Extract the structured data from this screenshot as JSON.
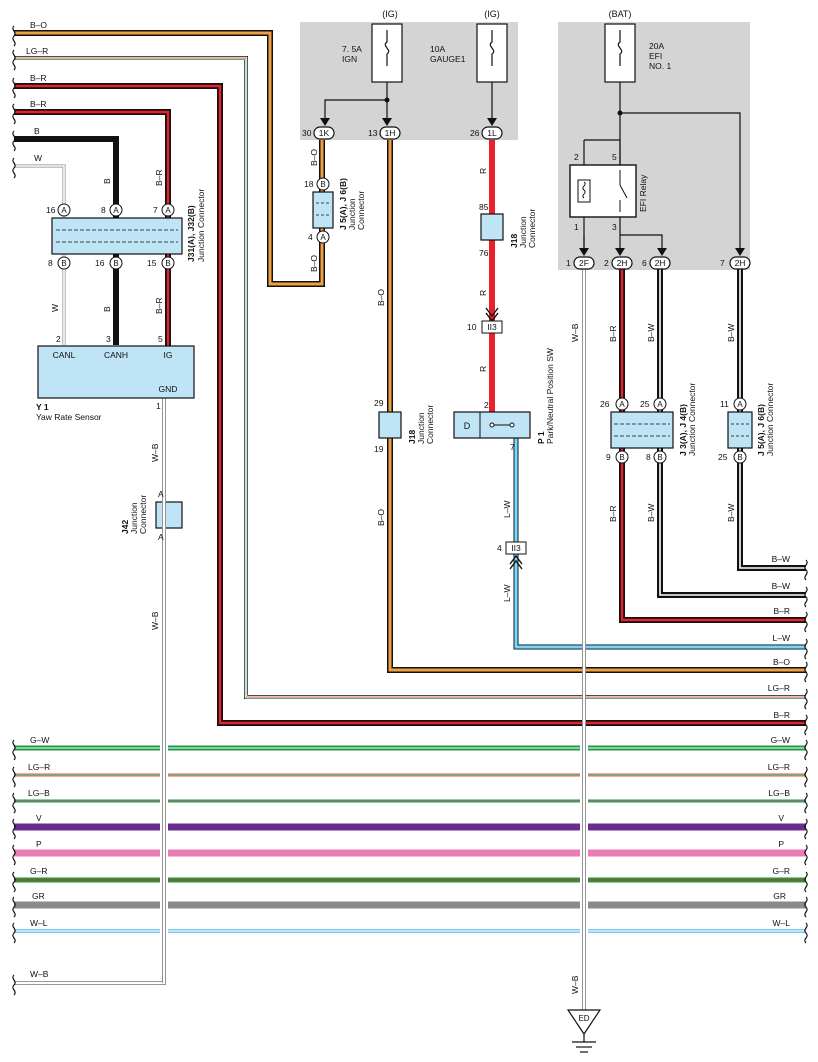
{
  "boxes": {
    "ig_fuses": {
      "source_left": "(IG)",
      "source_right": "(IG)"
    },
    "bat_fuses": {
      "source": "(BAT)"
    }
  },
  "fuses": [
    {
      "amp": "7. 5A",
      "name": "IGN"
    },
    {
      "amp": "10A",
      "name": "GAUGE1"
    },
    {
      "amp": "20A",
      "name": "EFI",
      "name2": "NO. 1"
    }
  ],
  "relay": {
    "name": "EFI Relay",
    "pins": [
      "2",
      "5",
      "1",
      "3"
    ]
  },
  "connectors": {
    "top_ig": [
      {
        "pin": "30",
        "code": "1K"
      },
      {
        "pin": "13",
        "code": "1H"
      },
      {
        "pin": "26",
        "code": "1L"
      }
    ],
    "top_bat": [
      {
        "pin": "1",
        "code": "2F"
      },
      {
        "pin": "2",
        "code": "2H"
      },
      {
        "pin": "6",
        "code": "2H"
      },
      {
        "pin": "7",
        "code": "2H"
      }
    ],
    "ii3": "II3",
    "ii3_pins": [
      "10",
      "4"
    ]
  },
  "junctions": {
    "j31": {
      "title": "J31(A), J32(B)",
      "sub": "Junction Connector",
      "top_pins": [
        "16",
        "8",
        "7"
      ],
      "bottom_pins": [
        "8",
        "16",
        "15"
      ],
      "top_letters": [
        "A",
        "A",
        "A"
      ],
      "bottom_letters": [
        "B",
        "B",
        "B"
      ]
    },
    "j5a": {
      "title": "J 5(A), J 6(B)",
      "sub1": "Junction",
      "sub2": "Connector",
      "pins": [
        "18",
        "4"
      ],
      "letters": [
        "B",
        "A"
      ]
    },
    "j18a": {
      "title": "J18",
      "sub1": "Junction",
      "sub2": "Connector",
      "pins": [
        "85",
        "76"
      ]
    },
    "j18b": {
      "title": "J18",
      "sub1": "Junction",
      "sub2": "Connector",
      "pins": [
        "29",
        "19"
      ]
    },
    "j3": {
      "title": "J 3(A), J 4(B)",
      "sub": "Junction Connector",
      "top_pins": [
        "26",
        "25"
      ],
      "bottom_pins": [
        "9",
        "8"
      ],
      "top_letters": [
        "A",
        "A"
      ],
      "bottom_letters": [
        "B",
        "B"
      ]
    },
    "j5b": {
      "title": "J 5(A), J 6(B)",
      "sub": "Junction Connector",
      "pins": [
        "11",
        "25"
      ],
      "letters": [
        "A",
        "B"
      ]
    },
    "j42": {
      "title": "J42",
      "sub1": "Junction",
      "sub2": "Connector",
      "pins": [
        "A",
        "A"
      ]
    }
  },
  "yaw_sensor": {
    "id": "Y 1",
    "name": "Yaw Rate Sensor",
    "pins": [
      "CANL",
      "CANH",
      "IG",
      "GND"
    ],
    "pin_numbers": [
      "2",
      "3",
      "5",
      "1"
    ]
  },
  "pnp_switch": {
    "id": "P 1",
    "name": "Park/Neutral Position SW",
    "contact": "D",
    "pins": [
      "2",
      "7"
    ]
  },
  "ground": {
    "code": "ED"
  },
  "wire_labels": {
    "bo": "B–O",
    "lgr": "LG–R",
    "br": "B–R",
    "b": "B",
    "w": "W",
    "wb": "W–B",
    "r": "R",
    "lw": "L–W",
    "bw": "B–W",
    "gw": "G–W",
    "lgb": "LG–B",
    "v": "V",
    "p": "P",
    "gr_": "G–R",
    "gray": "GR",
    "wl": "W–L"
  },
  "colors": {
    "orange": "#f0a040",
    "lightgreen": "#8fd19e",
    "red": "#e8212a",
    "black": "#111111",
    "cyan": "#3db4e8",
    "green": "#1d9a45",
    "pink": "#f08fb8",
    "lightred": "#f7a8a8",
    "purple": "#6a2c8e",
    "pink2": "#e97cb5",
    "gray": "#8a8a8a",
    "lightblue": "#7ccbef",
    "boxfill": "#bfe4f5",
    "graybox": "#d4d4d4"
  }
}
